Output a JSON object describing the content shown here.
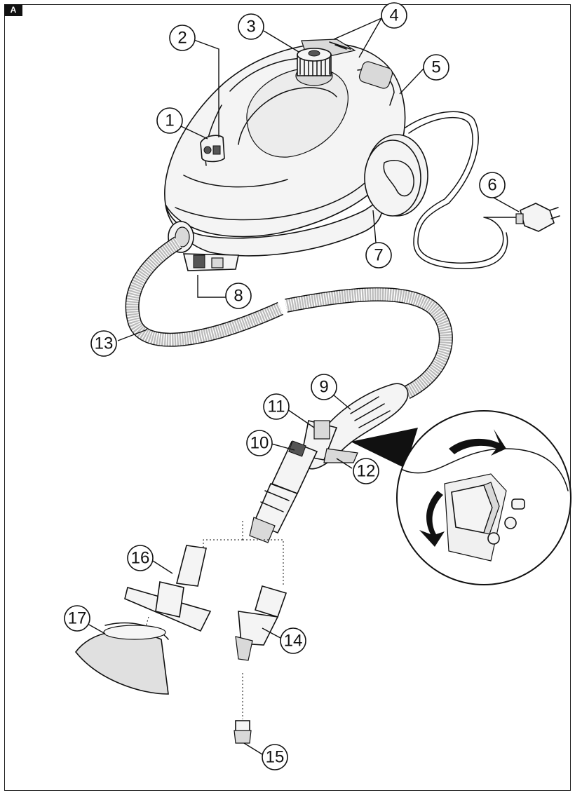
{
  "figure": {
    "tag": "A"
  },
  "callouts": [
    {
      "id": "1",
      "label": "1"
    },
    {
      "id": "2",
      "label": "2"
    },
    {
      "id": "3",
      "label": "3"
    },
    {
      "id": "4",
      "label": "4"
    },
    {
      "id": "5",
      "label": "5"
    },
    {
      "id": "6",
      "label": "6"
    },
    {
      "id": "7",
      "label": "7"
    },
    {
      "id": "8",
      "label": "8"
    },
    {
      "id": "9",
      "label": "9"
    },
    {
      "id": "10",
      "label": "10"
    },
    {
      "id": "11",
      "label": "11"
    },
    {
      "id": "12",
      "label": "12"
    },
    {
      "id": "13",
      "label": "13"
    },
    {
      "id": "14",
      "label": "14"
    },
    {
      "id": "15",
      "label": "15"
    },
    {
      "id": "16",
      "label": "16"
    },
    {
      "id": "17",
      "label": "17"
    }
  ]
}
